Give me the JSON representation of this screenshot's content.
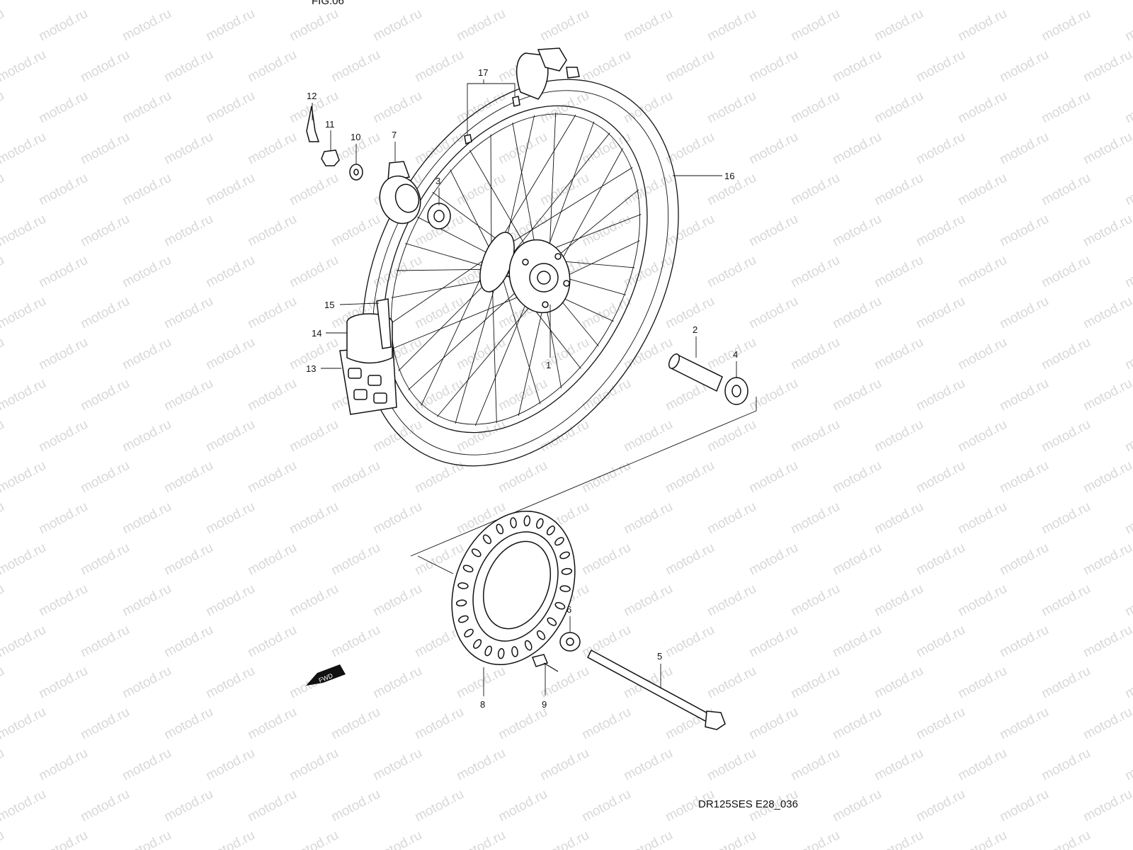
{
  "watermark": {
    "text": "motod.ru"
  },
  "top_fragment": "FIG.06",
  "diagram_code": "DR125SES E28_036",
  "fwd_label": "FWD",
  "callouts": [
    {
      "id": "p1",
      "number": "1"
    },
    {
      "id": "p2",
      "number": "2"
    },
    {
      "id": "p3",
      "number": "3"
    },
    {
      "id": "p4",
      "number": "4"
    },
    {
      "id": "p5",
      "number": "5"
    },
    {
      "id": "p6",
      "number": "6"
    },
    {
      "id": "p7",
      "number": "7"
    },
    {
      "id": "p8",
      "number": "8"
    },
    {
      "id": "p9",
      "number": "9"
    },
    {
      "id": "p10",
      "number": "10"
    },
    {
      "id": "p11",
      "number": "11"
    },
    {
      "id": "p12",
      "number": "12"
    },
    {
      "id": "p13",
      "number": "13"
    },
    {
      "id": "p14",
      "number": "14"
    },
    {
      "id": "p15",
      "number": "15"
    },
    {
      "id": "p16",
      "number": "16"
    },
    {
      "id": "p17",
      "number": "17"
    }
  ]
}
